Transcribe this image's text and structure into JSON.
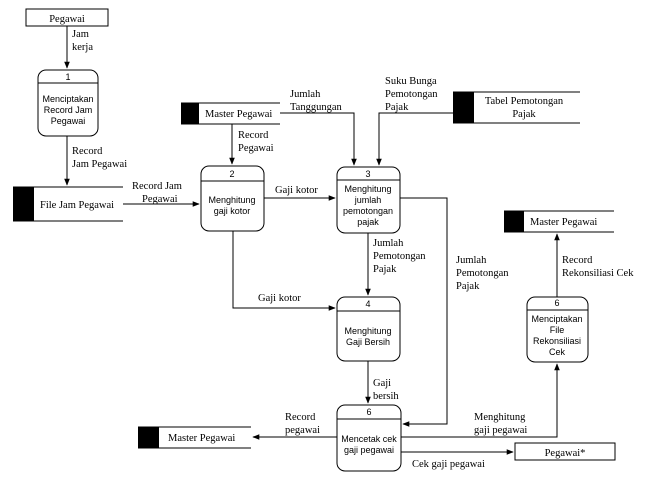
{
  "entities": {
    "pegawai_top": "Pegawai",
    "pegawai_bottom": "Pegawai*"
  },
  "stores": {
    "master_pegawai_1": "Master Pegawai",
    "master_pegawai_2": "Master Pegawai",
    "master_pegawai_3": "Master Pegawai",
    "file_jam_pegawai": "File Jam Pegawai",
    "tabel_pemotongan_l1": "Tabel Pemotongan",
    "tabel_pemotongan_l2": "Pajak"
  },
  "processes": {
    "p1": {
      "num": "1",
      "lines": [
        "Menciptakan",
        "Record Jam",
        "Pegawai"
      ]
    },
    "p2": {
      "num": "2",
      "lines": [
        "Menghitung",
        "gaji kotor"
      ]
    },
    "p3": {
      "num": "3",
      "lines": [
        "Menghitung",
        "jumlah",
        "pemotongan",
        "pajak"
      ]
    },
    "p4": {
      "num": "4",
      "lines": [
        "Menghitung",
        "Gaji Bersih"
      ]
    },
    "p6a": {
      "num": "6",
      "lines": [
        "Menciptakan",
        "File",
        "Rekonsiliasi",
        "Cek"
      ]
    },
    "p6b": {
      "num": "6",
      "lines": [
        "Mencetak cek",
        "gaji pegawai"
      ]
    }
  },
  "flows": {
    "jam_kerja": [
      "Jam",
      "kerja"
    ],
    "record_jam_pegawai": [
      "Record",
      "Jam Pegawai"
    ],
    "record_jam_pegawai_2": [
      "Record Jam",
      "Pegawai"
    ],
    "record_pegawai": [
      "Record",
      "Pegawai"
    ],
    "jumlah_tanggungan": [
      "Jumlah",
      "Tanggungan"
    ],
    "suku_bunga": [
      "Suku Bunga",
      "Pemotongan",
      "Pajak"
    ],
    "gaji_kotor_1": "Gaji kotor",
    "gaji_kotor_2": "Gaji kotor",
    "jumlah_pemotongan_1": [
      "Jumlah",
      "Pemotongan",
      "Pajak"
    ],
    "jumlah_pemotongan_2": [
      "Jumlah",
      "Pemotongan",
      "Pajak"
    ],
    "gaji_bersih": [
      "Gaji",
      "bersih"
    ],
    "record_pegawai_2": [
      "Record",
      "pegawai"
    ],
    "menghitung_gaji": [
      "Menghitung",
      "gaji pegawai"
    ],
    "record_rekonsiliasi": [
      "Record",
      "Rekonsiliasi Cek"
    ],
    "cek_gaji_pegawai": "Cek gaji pegawai"
  }
}
